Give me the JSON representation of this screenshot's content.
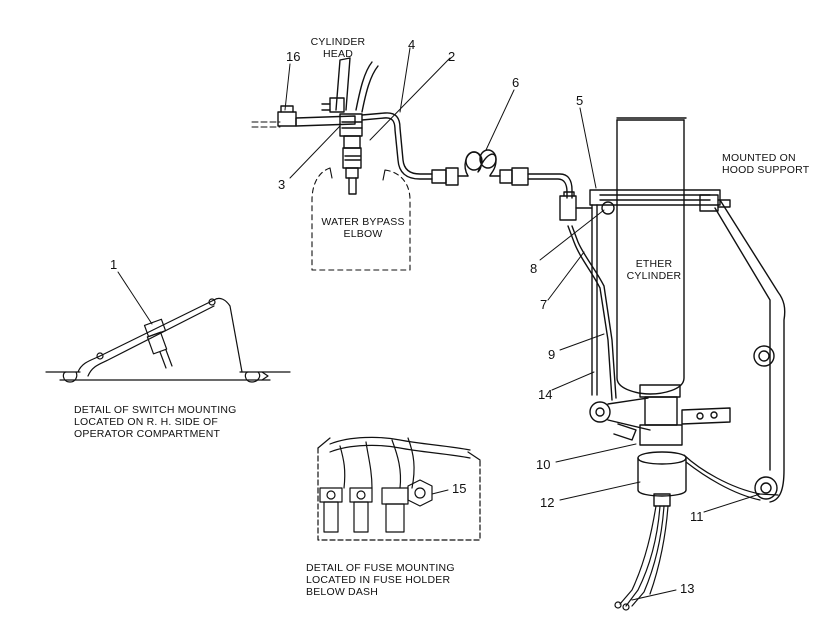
{
  "labels": {
    "cylinder_head": "CYLINDER HEAD",
    "water_bypass_elbow": "WATER BYPASS ELBOW",
    "mounted_on_hood_support": "MOUNTED ON HOOD SUPPORT",
    "ether_cylinder": "ETHER CYLINDER",
    "switch_detail": "DETAIL OF SWITCH MOUNTING LOCATED ON R. H. SIDE OF OPERATOR COMPARTMENT",
    "fuse_detail": "DETAIL OF FUSE MOUNTING LOCATED IN FUSE HOLDER BELOW DASH"
  },
  "callouts": {
    "c1": "1",
    "c2": "2",
    "c3": "3",
    "c4": "4",
    "c5": "5",
    "c6": "6",
    "c7": "7",
    "c8": "8",
    "c9": "9",
    "c10": "10",
    "c11": "11",
    "c12": "12",
    "c13": "13",
    "c14": "14",
    "c15": "15",
    "c16": "16"
  }
}
